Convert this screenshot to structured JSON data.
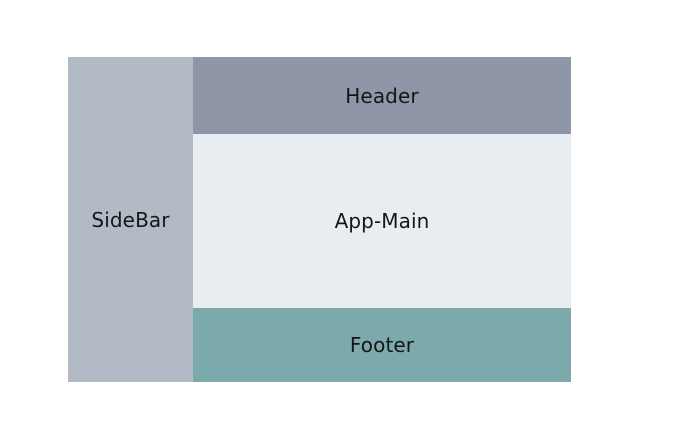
{
  "diagram": {
    "type": "layout-wireframe",
    "background_color": "#ffffff",
    "regions": {
      "sidebar": {
        "label": "SideBar",
        "color": "#b2bac6",
        "text_color": "#161616"
      },
      "header": {
        "label": "Header",
        "color": "#8f96a7",
        "text_color": "#161616"
      },
      "main": {
        "label": "App-Main",
        "color": "#e8edf1",
        "text_color": "#161616"
      },
      "footer": {
        "label": "Footer",
        "color": "#7caaac",
        "text_color": "#161616"
      }
    }
  }
}
